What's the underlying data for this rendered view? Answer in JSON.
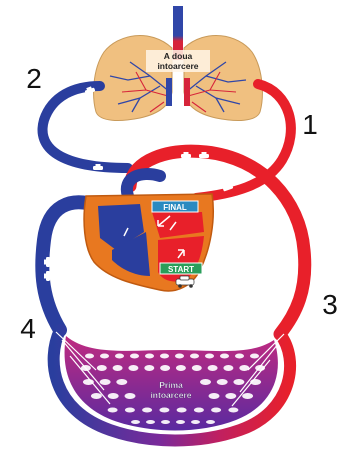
{
  "lungs": {
    "label_line1": "A doua",
    "label_line2": "intoarcere"
  },
  "capillaries": {
    "label_line1": "Prima",
    "label_line2": "intoarcere"
  },
  "heart": {
    "final_label": "FINAL",
    "start_label": "START"
  },
  "step_numbers": {
    "n1": "1",
    "n2": "2",
    "n3": "3",
    "n4": "4"
  },
  "colors": {
    "oxygenated": "#e8202a",
    "deoxygenated": "#2a3e9e",
    "lung_tissue": "#f0c080",
    "heart_body": "#e87820",
    "label_box": "#2a9e5a",
    "final_box": "#2a8ac0"
  }
}
